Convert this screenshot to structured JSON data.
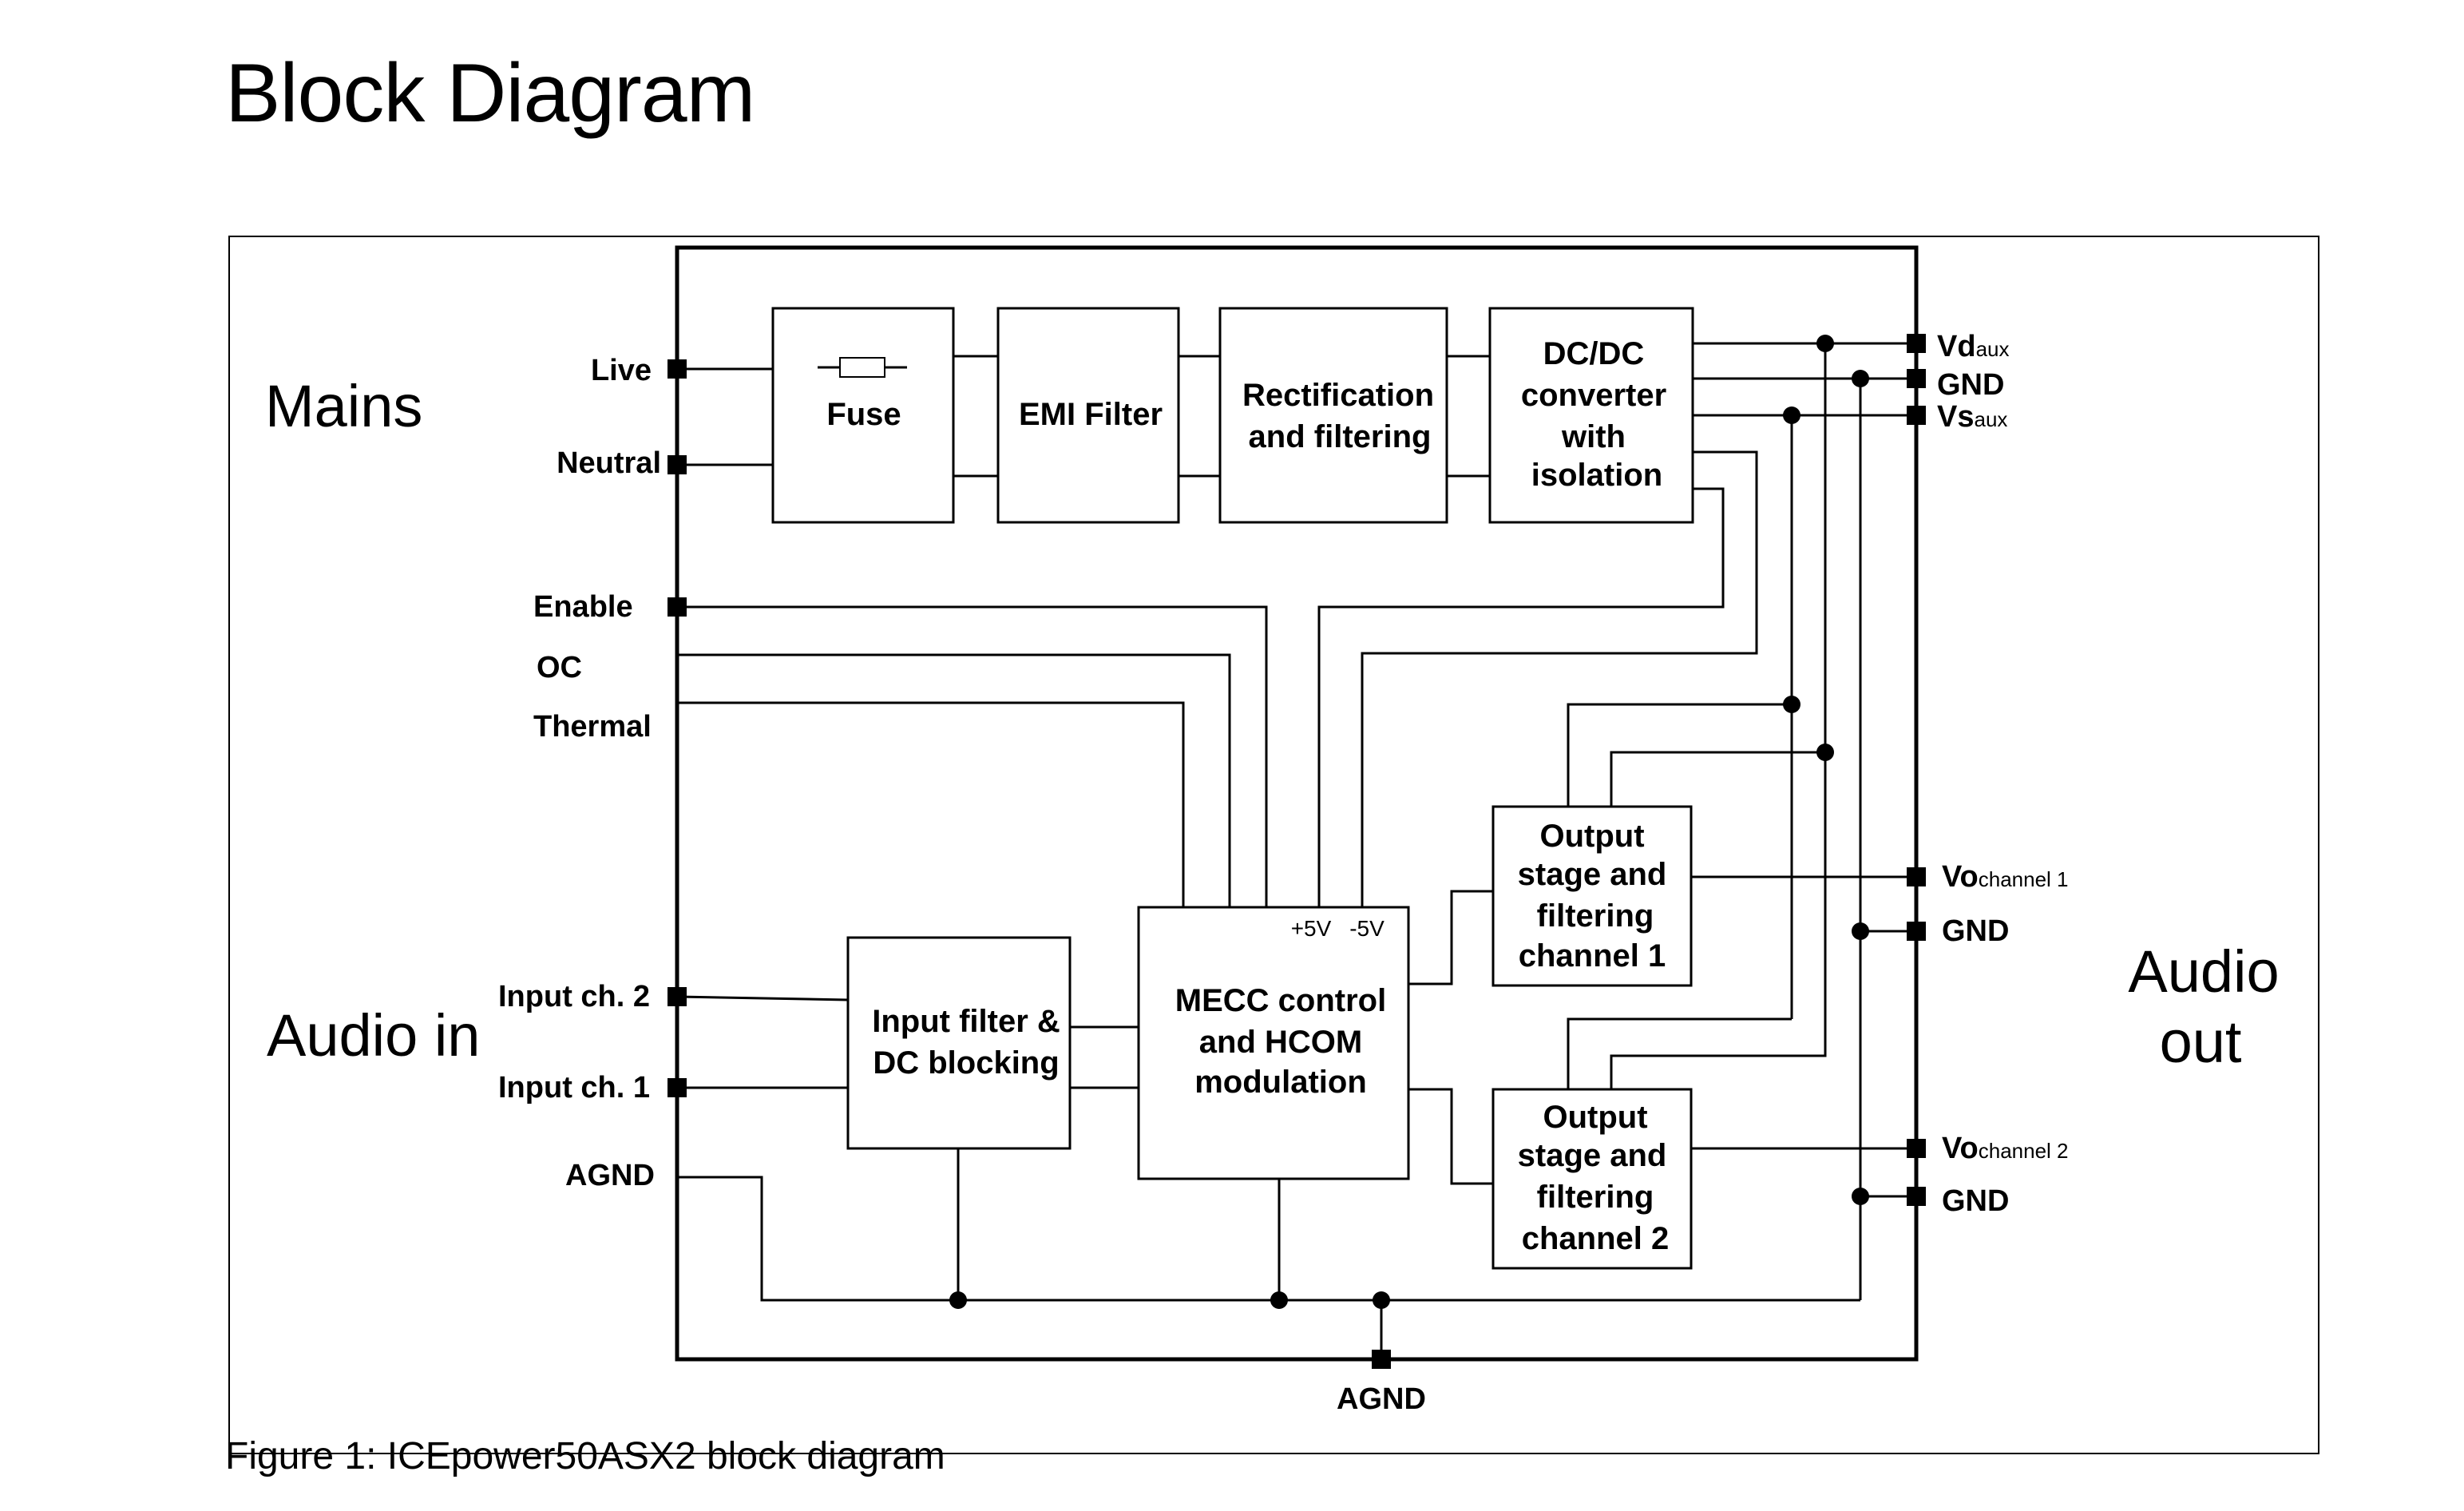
{
  "heading": "Block Diagram",
  "caption": "Figure 1: ICEpower50ASX2 block diagram",
  "regions": {
    "mains": "Mains",
    "audio_in": "Audio in",
    "audio_out_line1": "Audio",
    "audio_out_line2": "out"
  },
  "left_pins": {
    "live": "Live",
    "neutral": "Neutral",
    "enable": "Enable",
    "oc": "OC",
    "thermal": "Thermal",
    "input_ch2": "Input ch. 2",
    "input_ch1": "Input ch. 1",
    "agnd": "AGND"
  },
  "right_pins": {
    "vd_main": "Vd",
    "vd_sub": "aux",
    "gnd_aux": "GND",
    "vs_main": "Vs",
    "vs_sub": "aux",
    "vo1_main": "Vo",
    "vo1_sub": "channel 1",
    "gnd_ch1": "GND",
    "vo2_main": "Vo",
    "vo2_sub": "channel 2",
    "gnd_ch2": "GND"
  },
  "bottom_pin": {
    "agnd": "AGND"
  },
  "blocks": {
    "fuse": "Fuse",
    "emi": "EMI Filter",
    "rect_line1": "Rectification",
    "rect_line2": "and filtering",
    "dcdc_line1": "DC/DC",
    "dcdc_line2": "converter",
    "dcdc_line3": "with",
    "dcdc_line4": "isolation",
    "inputfilter_line1": "Input filter &",
    "inputfilter_line2": "DC blocking",
    "mecc_line1": "MECC control",
    "mecc_line2": "and HCOM",
    "mecc_line3": "modulation",
    "mecc_plus": "+5V",
    "mecc_minus": "-5V",
    "out1_line1": "Output",
    "out1_line2": "stage and",
    "out1_line3": "filtering",
    "out1_line4": "channel 1",
    "out2_line1": "Output",
    "out2_line2": "stage and",
    "out2_line3": "filtering",
    "out2_line4": "channel 2"
  }
}
